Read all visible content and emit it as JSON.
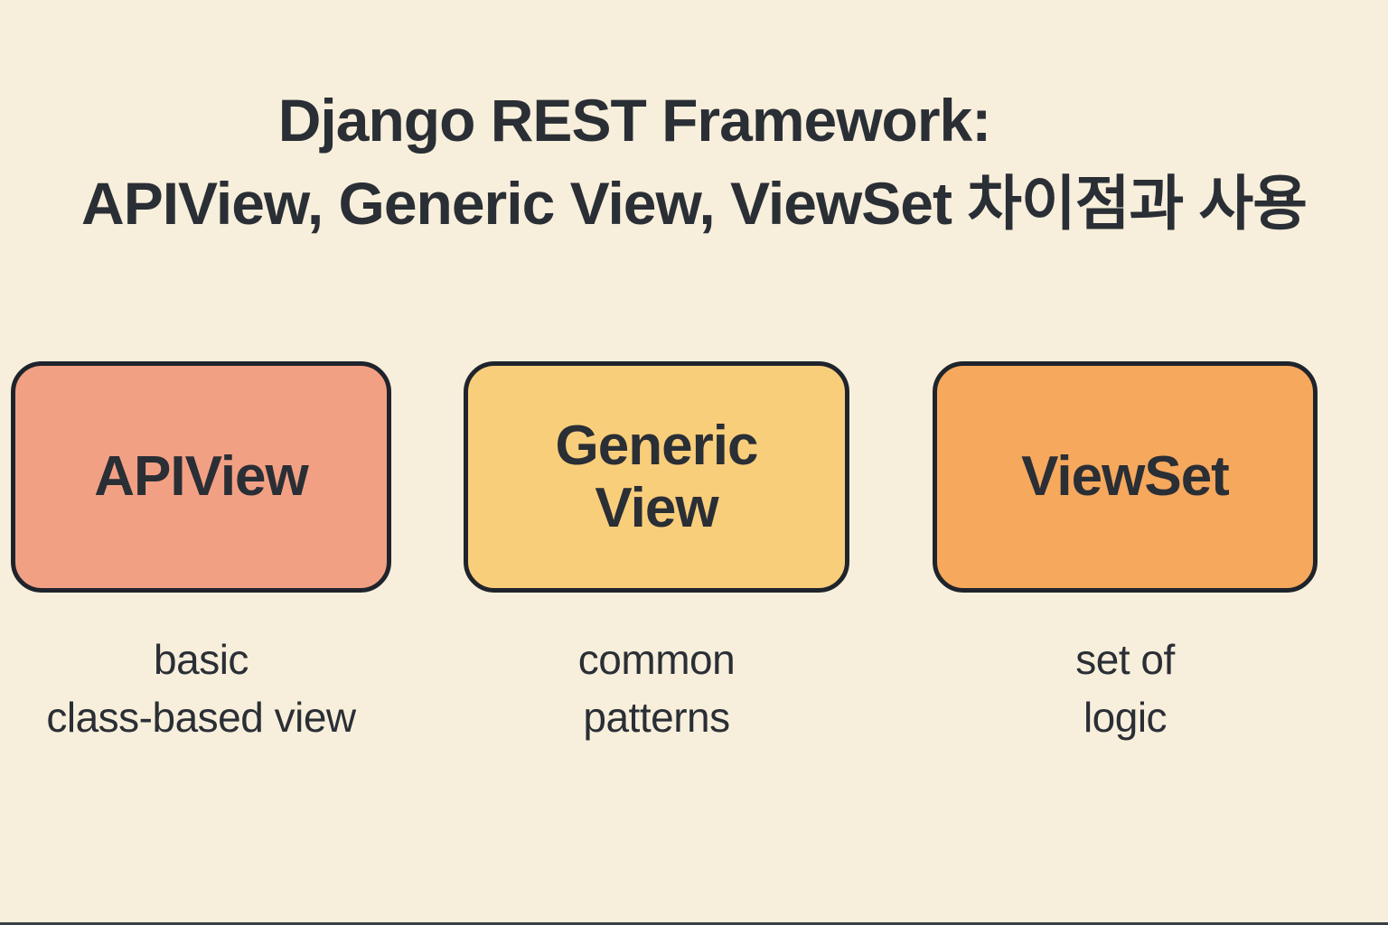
{
  "title": {
    "line1": "Django REST Framework:",
    "line2": "APIView, Generic View, ViewSet 차이점과 사용"
  },
  "boxes": [
    {
      "label": "APIView",
      "fill": "#F2A084",
      "caption_line1": "basic",
      "caption_line2": "class-based view"
    },
    {
      "label": "Generic View",
      "fill": "#F9CE7B",
      "caption_line1": "common",
      "caption_line2": "patterns"
    },
    {
      "label": "ViewSet",
      "fill": "#F6A85D",
      "caption_line1": "set of",
      "caption_line2": "logic"
    }
  ],
  "colors": {
    "background": "#F7EFDB",
    "box_border": "#1F242C",
    "text": "#2A2E35",
    "bottom_edge": "#3A3F46"
  }
}
